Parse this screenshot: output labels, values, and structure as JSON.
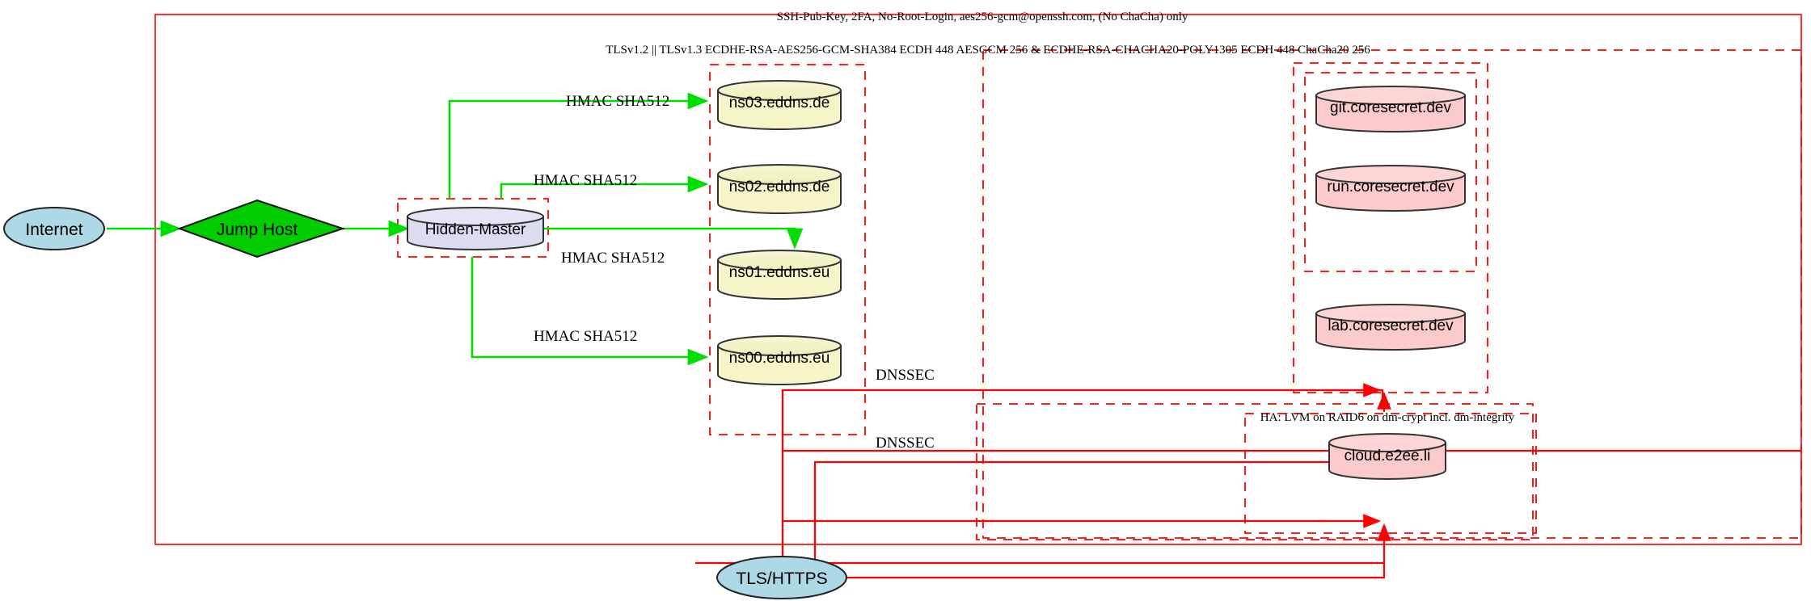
{
  "diagram": {
    "title_label": "SSH-Pub-Key, 2FA, No-Root-Login, aes256-gcm@openssh.com, (No ChaCha) only",
    "tls_label": "TLSv1.2 || TLSv1.3 ECDHE-RSA-AES256-GCM-SHA384 ECDH 448 AESGCM 256 & ECDHE-RSA-CHACHA20-POLY1305 ECDH 448 ChaCha20 256",
    "ha_label": "HA: LVM on RAID6 on dm-crypt incl. dm-integrity"
  },
  "colors": {
    "boundary": "#ff0000",
    "secure_link": "#00dd00",
    "tls_link": "#ff0000",
    "internet_fill": "#add8e6",
    "jumphost_fill": "#00cc00",
    "master_fill": "#dcdcf0",
    "dns_fill": "#f5f5c8",
    "server_fill": "#fbcbcb"
  },
  "nodes": {
    "internet": {
      "label": "Internet",
      "shape": "ellipse"
    },
    "jump_host": {
      "label": "Jump Host",
      "shape": "diamond"
    },
    "hidden_master": {
      "label": "Hidden-Master",
      "shape": "cylinder"
    },
    "tls_https": {
      "label": "TLS/HTTPS",
      "shape": "ellipse"
    }
  },
  "dns_servers": [
    {
      "label": "ns03.eddns.de"
    },
    {
      "label": "ns02.eddns.de"
    },
    {
      "label": "ns01.eddns.eu"
    },
    {
      "label": "ns00.eddns.eu"
    }
  ],
  "app_servers": [
    {
      "label": "git.coresecret.dev"
    },
    {
      "label": "run.coresecret.dev"
    },
    {
      "label": "lab.coresecret.dev"
    }
  ],
  "cloud_servers": [
    {
      "label": "cloud.e2ee.li"
    }
  ],
  "edge_labels": {
    "hmac": [
      "HMAC SHA512",
      "HMAC SHA512",
      "HMAC SHA512",
      "HMAC SHA512"
    ],
    "dnssec": [
      "DNSSEC",
      "DNSSEC"
    ]
  }
}
